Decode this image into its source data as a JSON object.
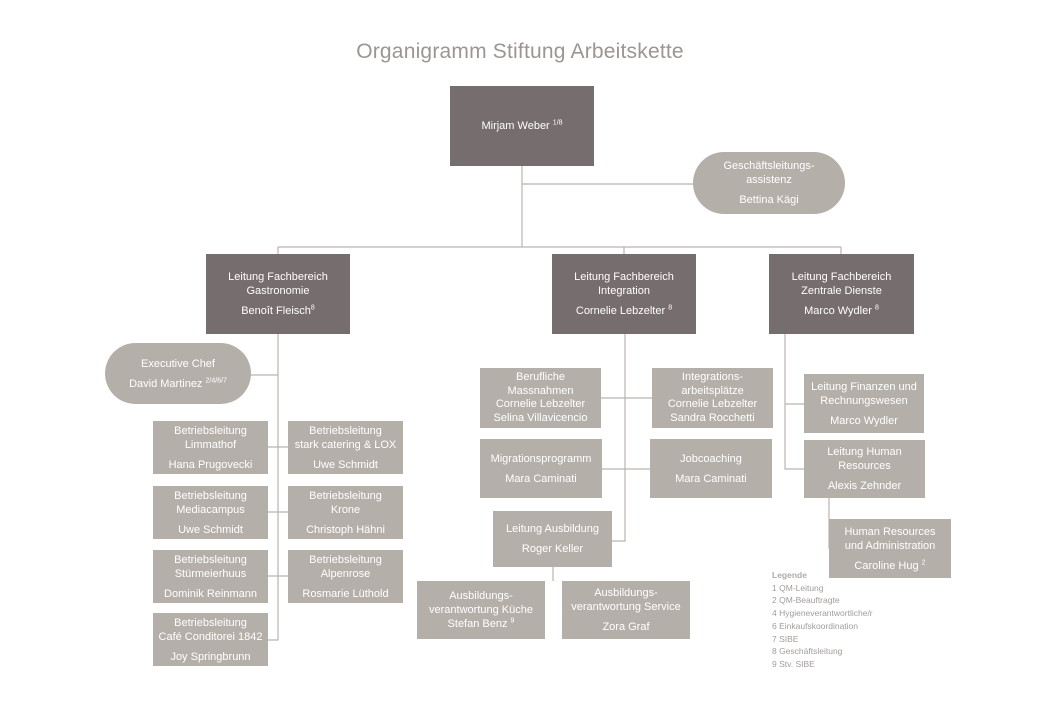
{
  "title": "Organigramm Stiftung Arbeitskette",
  "ceo": {
    "name": "Mirjam Weber",
    "sup": "1/8"
  },
  "assistant": {
    "role": "Geschäftsleitungs-\nassistenz",
    "name": "Bettina Kägi",
    "sup": ""
  },
  "divisions": [
    {
      "role": "Leitung Fachbereich\nGastronomie",
      "name": "Benoît Fleisch",
      "sup": "8"
    },
    {
      "role": "Leitung Fachbereich\nIntegration",
      "name": "Cornelie Lebzelter",
      "sup": "8"
    },
    {
      "role": "Leitung Fachbereich\nZentrale Dienste",
      "name": "Marco Wydler",
      "sup": "8"
    }
  ],
  "gastronomie": {
    "chef": {
      "role": "Executive Chef",
      "name": "David Martinez",
      "sup": "2/4/6/7"
    },
    "units": [
      {
        "role": "Betriebsleitung\nLimmathof",
        "name": "Hana Prugovecki",
        "sup": ""
      },
      {
        "role": "Betriebsleitung\nstark catering & LOX",
        "name": "Uwe Schmidt",
        "sup": ""
      },
      {
        "role": "Betriebsleitung\nMediacampus",
        "name": "Uwe Schmidt",
        "sup": ""
      },
      {
        "role": "Betriebsleitung\nKrone",
        "name": "Christoph Hähni",
        "sup": ""
      },
      {
        "role": "Betriebsleitung\nStürmeierhuus",
        "name": "Dominik Reinmann",
        "sup": ""
      },
      {
        "role": "Betriebsleitung\nAlpenrose",
        "name": "Rosmarie Lüthold",
        "sup": ""
      },
      {
        "role": "Betriebsleitung\nCafé Conditorei 1842",
        "name": "Joy Springbrunn",
        "sup": ""
      }
    ]
  },
  "integration": {
    "units": [
      {
        "role": "Berufliche\nMassnahmen",
        "name": "Cornelie Lebzelter\nSelina Villavicencio",
        "sup": ""
      },
      {
        "role": "Integrations-\narbeitsplätze",
        "name": "Cornelie Lebzelter\nSandra Rocchetti",
        "sup": ""
      },
      {
        "role": "Migrationsprogramm",
        "name": "Mara Caminati",
        "sup": ""
      },
      {
        "role": "Jobcoaching",
        "name": "Mara Caminati",
        "sup": ""
      },
      {
        "role": "Leitung Ausbildung",
        "name": "Roger Keller",
        "sup": ""
      },
      {
        "role": "Ausbildungs-\nverantwortung Küche",
        "name": "Stefan Benz",
        "sup": "9"
      },
      {
        "role": "Ausbildungs-\nverantwortung Service",
        "name": "Zora Graf",
        "sup": ""
      }
    ]
  },
  "dienste": {
    "units": [
      {
        "role": "Leitung Finanzen und\nRechnungswesen",
        "name": "Marco Wydler",
        "sup": ""
      },
      {
        "role": "Leitung Human\nResources",
        "name": "Alexis Zehnder",
        "sup": ""
      },
      {
        "role": "Human Resources\nund Administration",
        "name": "Caroline Hug",
        "sup": "2"
      }
    ]
  },
  "legend": {
    "heading": "Legende",
    "items": [
      "1 QM-Leitung",
      "2 QM-Beauftragte",
      "4 Hygieneverantwortliche/r",
      "6 Einkaufskoordination",
      "7 SIBE",
      "8 Geschäftsleitung",
      "9 Stv. SIBE"
    ]
  },
  "colors": {
    "dark_box": "#766d6e",
    "light_box": "#b5afaa",
    "lines": "#b9b4b0",
    "title": "#9c9592"
  }
}
